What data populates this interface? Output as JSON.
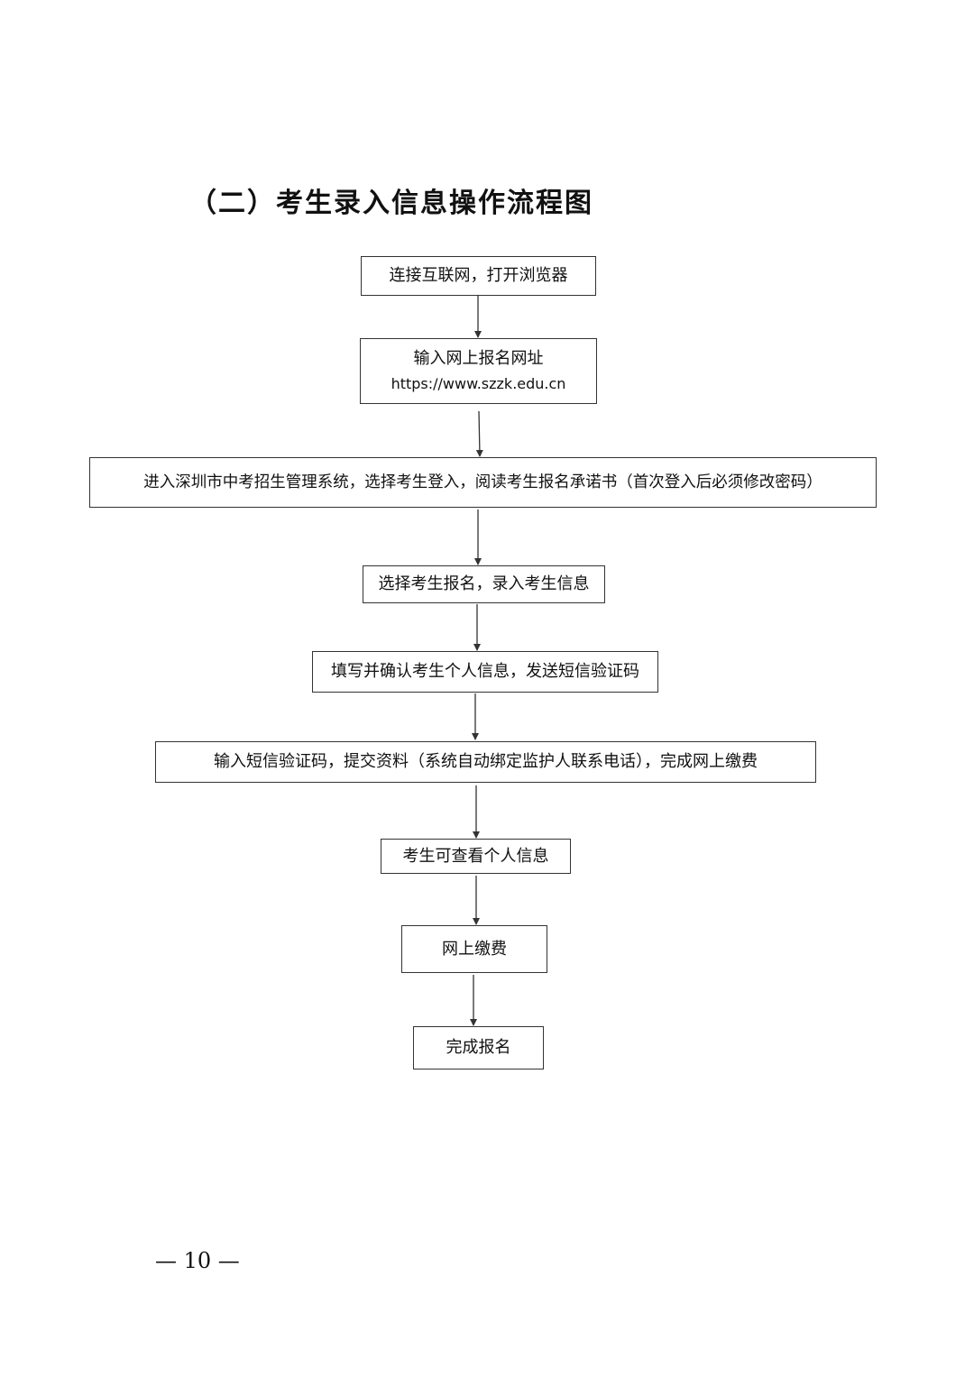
{
  "title": "（二）考生录入信息操作流程图",
  "steps": [
    {
      "lines": [
        "连接互联网，打开浏览器"
      ]
    },
    {
      "lines": [
        "输入网上报名网址",
        "https://www.szzk.edu.cn"
      ]
    },
    {
      "lines": [
        "进入深圳市中考招生管理系统，选择考生登入，阅读考生报名承诺书（首次登入后必须修改密码）"
      ]
    },
    {
      "lines": [
        "选择考生报名，录入考生信息"
      ]
    },
    {
      "lines": [
        "填写并确认考生个人信息，发送短信验证码"
      ]
    },
    {
      "lines": [
        "输入短信验证码，提交资料（系统自动绑定监护人联系电话），完成网上缴费"
      ]
    },
    {
      "lines": [
        "考生可查看个人信息"
      ]
    },
    {
      "lines": [
        "网上缴费"
      ]
    },
    {
      "lines": [
        "完成报名"
      ]
    }
  ],
  "page_number": "— 10 —"
}
